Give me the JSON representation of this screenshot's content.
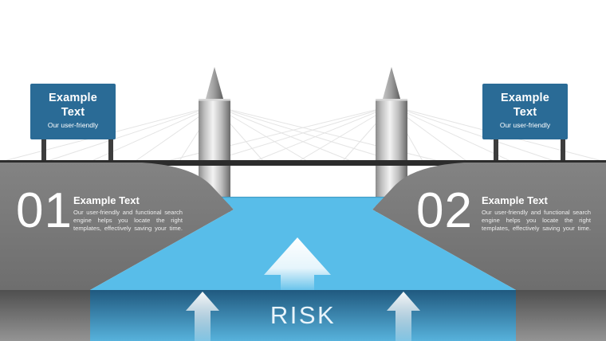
{
  "palette": {
    "sign-blue": "#2a6b96",
    "water-blue": "#58bde9",
    "risk-strip-top": "#20597f",
    "risk-strip-bottom": "#57b2dc",
    "land-gray": "#7b7b7b",
    "deck-dark": "#2c2c2c",
    "shore-strip-top": "#4f4f4f",
    "shore-strip-bottom": "#949494",
    "cable-gray": "#e4e4e4",
    "risk-text": "#e9f4fb",
    "text-white": "#ffffff"
  },
  "river": {
    "label": "RISK"
  },
  "signs": {
    "left": {
      "title": "Example Text",
      "subtitle": "Our user-friendly"
    },
    "right": {
      "title": "Example Text",
      "subtitle": "Our user-friendly"
    }
  },
  "sections": [
    {
      "number": "01",
      "heading": "Example Text",
      "body": "Our user-friendly and functional search engine helps you locate the right templates, effectively saving your time."
    },
    {
      "number": "02",
      "heading": "Example Text",
      "body": "Our user-friendly and functional search engine helps you locate the right templates, effectively saving your time."
    }
  ]
}
